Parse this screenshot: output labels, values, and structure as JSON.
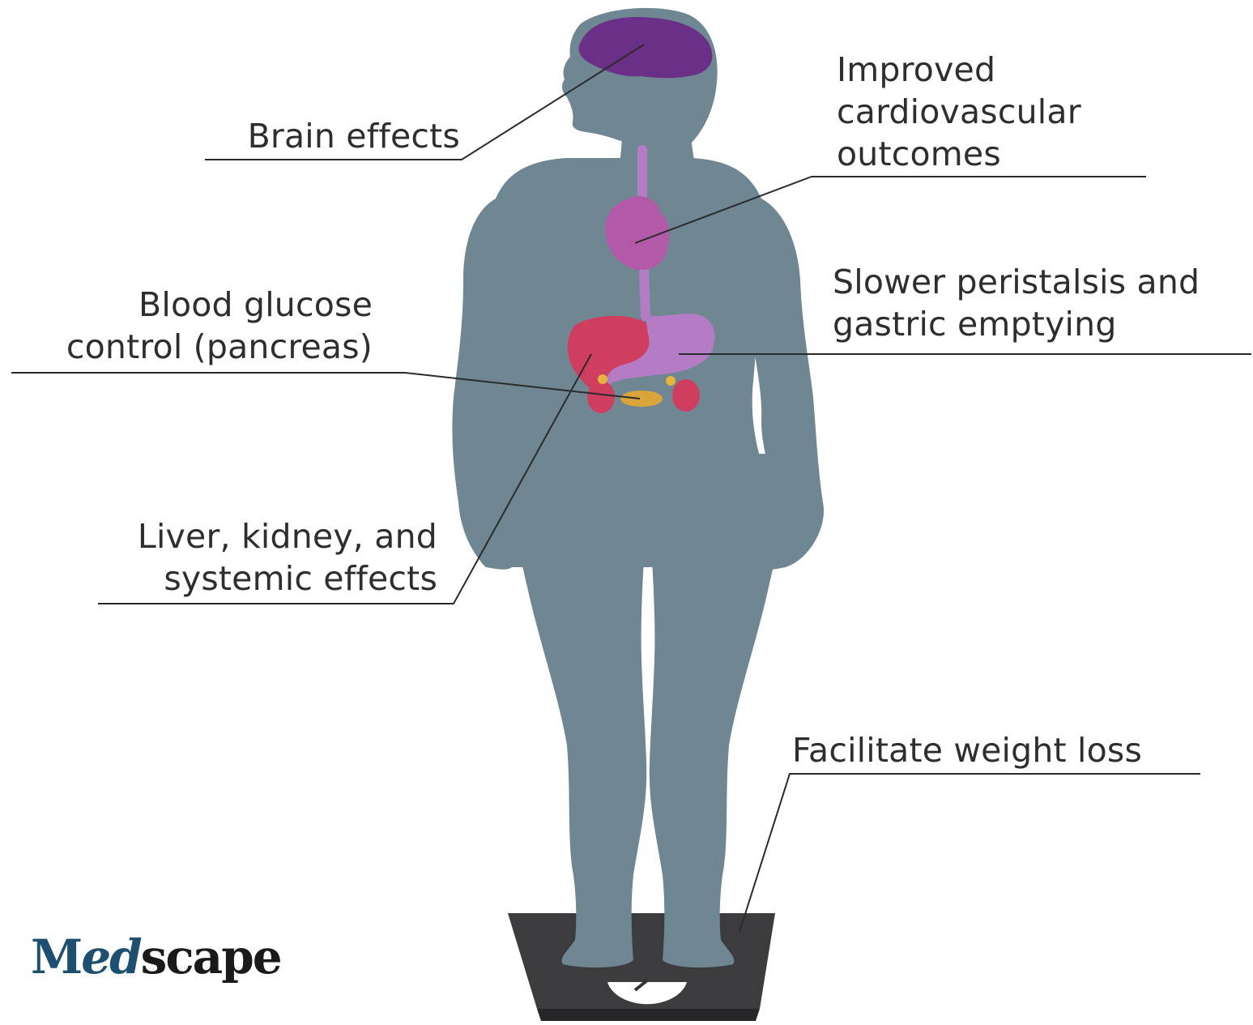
{
  "labels": {
    "brain": [
      "Brain effects"
    ],
    "cardio": [
      "Improved",
      "cardiovascular",
      "outcomes"
    ],
    "glucose": [
      "Blood glucose",
      "control (pancreas)"
    ],
    "gastric": [
      "Slower peristalsis and",
      "gastric emptying"
    ],
    "liver": [
      "Liver, kidney, and",
      "systemic effects"
    ],
    "weight": [
      "Facilitate weight loss"
    ]
  },
  "logo": {
    "part1": "M",
    "part2": "ed",
    "part3": "scape"
  },
  "colors": {
    "body": "#6f8793",
    "brain": "#6a2f86",
    "heart": "#b25aa8",
    "stomach": "#b47cc4",
    "liver": "#cf3d5f",
    "pancreas": "#d9a53a",
    "scale": "#3b3b3d",
    "leader_line": "#2b2b2b"
  }
}
